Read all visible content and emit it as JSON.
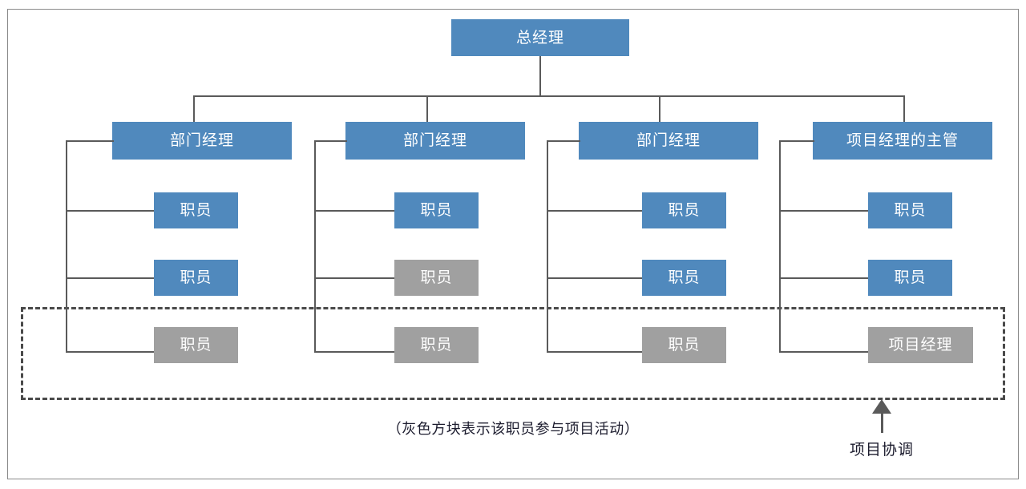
{
  "diagram": {
    "title_node": {
      "label": "总经理",
      "color": "#5089bd"
    },
    "colors": {
      "node_blue": "#5089bd",
      "node_gray": "#a0a0a0",
      "connector": "#5a5a5a",
      "frame_border": "#8a8a8a",
      "scope_dash": "#4a4a4a",
      "text_on_node": "#ffffff",
      "text_caption": "#1c1c2e"
    },
    "columns": [
      {
        "manager": {
          "label": "部门经理",
          "color": "#5089bd"
        },
        "reports": [
          {
            "label": "职员",
            "color": "#5089bd",
            "in_project": false
          },
          {
            "label": "职员",
            "color": "#5089bd",
            "in_project": false
          },
          {
            "label": "职员",
            "color": "#a0a0a0",
            "in_project": true
          }
        ]
      },
      {
        "manager": {
          "label": "部门经理",
          "color": "#5089bd"
        },
        "reports": [
          {
            "label": "职员",
            "color": "#5089bd",
            "in_project": false
          },
          {
            "label": "职员",
            "color": "#a0a0a0",
            "in_project": true
          },
          {
            "label": "职员",
            "color": "#a0a0a0",
            "in_project": true
          }
        ]
      },
      {
        "manager": {
          "label": "部门经理",
          "color": "#5089bd"
        },
        "reports": [
          {
            "label": "职员",
            "color": "#5089bd",
            "in_project": false
          },
          {
            "label": "职员",
            "color": "#5089bd",
            "in_project": false
          },
          {
            "label": "职员",
            "color": "#a0a0a0",
            "in_project": true
          }
        ]
      },
      {
        "manager": {
          "label": "项目经理的主管",
          "color": "#5089bd"
        },
        "reports": [
          {
            "label": "职员",
            "color": "#5089bd",
            "in_project": false
          },
          {
            "label": "职员",
            "color": "#5089bd",
            "in_project": false
          },
          {
            "label": "项目经理",
            "color": "#a0a0a0",
            "in_project": true
          }
        ]
      }
    ],
    "caption": "（灰色方块表示该职员参与项目活动）",
    "annotation": {
      "label": "项目协调",
      "arrow": "up-arrow-icon"
    }
  }
}
